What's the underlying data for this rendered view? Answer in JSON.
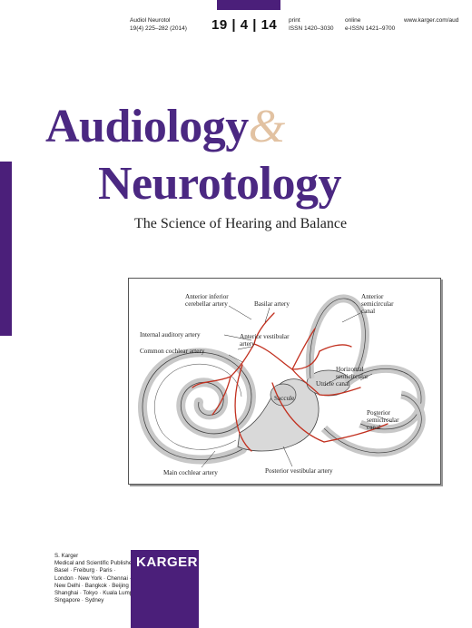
{
  "header": {
    "journal_abbrev": "Audiol Neurotol",
    "citation": "19(4) 225–282 (2014)",
    "issue": "19 | 4 | 14",
    "print_label": "print",
    "print_issn": "ISSN 1420–3030",
    "online_label": "online",
    "online_issn": "e-ISSN 1421–9700",
    "url": "www.karger.com/aud"
  },
  "title": {
    "line1": "Audiology",
    "ampersand": "&",
    "line2": "Neurotology",
    "subtitle": "The Science of Hearing and Balance"
  },
  "figure": {
    "labels": {
      "aica": [
        "Anterior inferior",
        "cerebellar artery"
      ],
      "basilar": "Basilar artery",
      "internal_auditory": "Internal auditory artery",
      "anterior_vestibular": [
        "Anterior vestibular",
        "artery"
      ],
      "common_cochlear": "Common cochlear artery",
      "anterior_canal": [
        "Anterior",
        "semicircular",
        "canal"
      ],
      "horizontal_canal": [
        "Horizontal",
        "semicircular",
        "canal"
      ],
      "saccule": "Saccule",
      "utricle": "Utricle",
      "posterior_canal": [
        "Posterior",
        "semicircular",
        "canal"
      ],
      "main_cochlear": "Main cochlear artery",
      "posterior_vestibular": "Posterior vestibular artery"
    }
  },
  "publisher": {
    "logo": "KARGER",
    "lines": [
      "S. Karger",
      "Medical and Scientific Publishers",
      "Basel · Freiburg · Paris ·",
      "London · New York · Chennai ·",
      "New Delhi · Bangkok · Beijing ·",
      "Shanghai · Tokyo · Kuala Lumpur ·",
      "Singapore · Sydney"
    ]
  },
  "colors": {
    "brand_purple": "#4b2882",
    "ampersand": "#e2c2a2",
    "artery_red": "#c2301f",
    "labyrinth_gray": "#c8c8c8"
  }
}
